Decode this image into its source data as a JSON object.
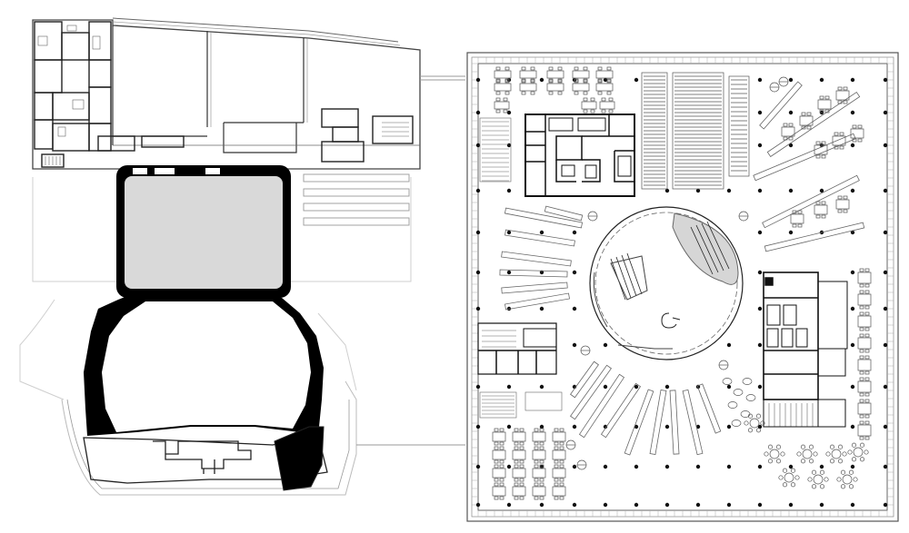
{
  "drawing": {
    "type": "architectural-floor-plan",
    "colors": {
      "background": "#ffffff",
      "line": "#222222",
      "light_line": "#9a9a9a",
      "faint_line": "#cfcfcf",
      "solid_wall": "#000000",
      "stage_fill": "#d9d9d9",
      "escalator_fill": "#d6d6d6"
    },
    "buildings": [
      {
        "id": "concert-hall-wing",
        "parts": [
          "office-block",
          "stage-house",
          "auditorium",
          "lobby-arc"
        ]
      },
      {
        "id": "library-wing",
        "parts": [
          "square-reading-hall",
          "central-rotunda",
          "core-northwest",
          "core-west",
          "core-east"
        ]
      }
    ]
  }
}
